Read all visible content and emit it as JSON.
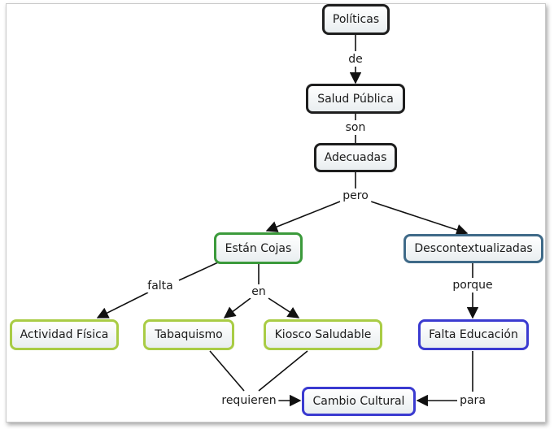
{
  "nodes": {
    "politicas": "Políticas",
    "salud_publica": "Salud Pública",
    "adecuadas": "Adecuadas",
    "estan_cojas": "Están Cojas",
    "descontextualizadas": "Descontextualizadas",
    "actividad_fisica": "Actividad Física",
    "tabaquismo": "Tabaquismo",
    "kiosco_saludable": "Kiosco Saludable",
    "falta_educacion": "Falta Educación",
    "cambio_cultural": "Cambio Cultural"
  },
  "links": {
    "de": "de",
    "son": "son",
    "pero": "pero",
    "falta": "falta",
    "en": "en",
    "porque": "porque",
    "requieren": "requieren",
    "para": "para"
  },
  "colors": {
    "dark_border": "#1e1e1e",
    "green_border": "#3b9a3b",
    "lime_border": "#a9cc45",
    "blue_border": "#3a3ad0",
    "steel_border": "#3f6a88"
  }
}
